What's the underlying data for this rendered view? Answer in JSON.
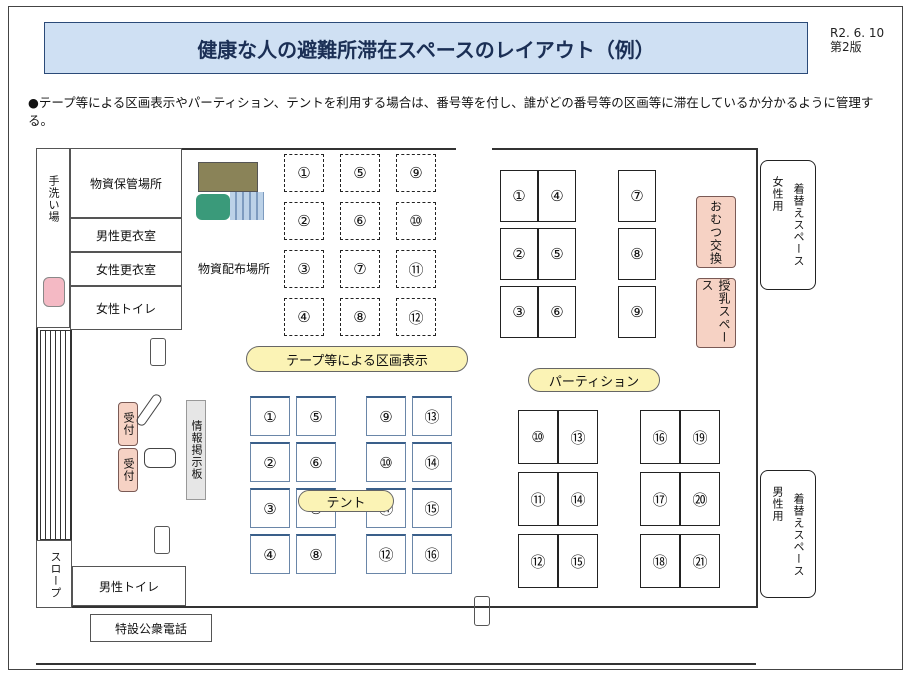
{
  "title": "健康な人の避難所滞在スペースのレイアウト（例）",
  "edition": {
    "date": "R2. 6. 10",
    "version": "第2版"
  },
  "note": "●テープ等による区画表示やパーティション、テントを利用する場合は、番号等を付し、誰がどの番号等の区画等に滞在しているか分かるように管理する。",
  "left_area": {
    "handwash": "手洗い場",
    "storage": "物資保管場所",
    "men_changing": "男性更衣室",
    "women_changing": "女性更衣室",
    "women_toilet": "女性トイレ",
    "reception1": "受付",
    "reception2": "受付",
    "slope": "スロープ",
    "men_toilet": "男性トイレ",
    "phone": "特設公衆電話",
    "board": "情報掲示板"
  },
  "distribution": "物資配布場所",
  "tape": {
    "label": "テープ等による区画表示",
    "numbers": [
      "①",
      "⑤",
      "⑨",
      "②",
      "⑥",
      "⑩",
      "③",
      "⑦",
      "⑪",
      "④",
      "⑧",
      "⑫"
    ]
  },
  "tent": {
    "label": "テント",
    "numbers": [
      "①",
      "⑤",
      "⑨",
      "⑬",
      "②",
      "⑥",
      "⑩",
      "⑭",
      "③",
      "⑦",
      "⑪",
      "⑮",
      "④",
      "⑧",
      "⑫",
      "⑯"
    ]
  },
  "partition": {
    "label": "パーティション",
    "upper": [
      "①",
      "④",
      "⑦",
      "②",
      "⑤",
      "⑧",
      "③",
      "⑥",
      "⑨"
    ],
    "lower": [
      "⑩",
      "⑬",
      "⑯",
      "⑲",
      "⑪",
      "⑭",
      "⑰",
      "⑳",
      "⑫",
      "⑮",
      "⑱",
      "㉑"
    ]
  },
  "right_area": {
    "diaper": "おむつ交換",
    "nursing": "授乳スペース",
    "women_changing_space": "着替えスペース",
    "women_for": "女性用",
    "men_changing_space": "着替えスペース",
    "men_for": "男性用"
  }
}
